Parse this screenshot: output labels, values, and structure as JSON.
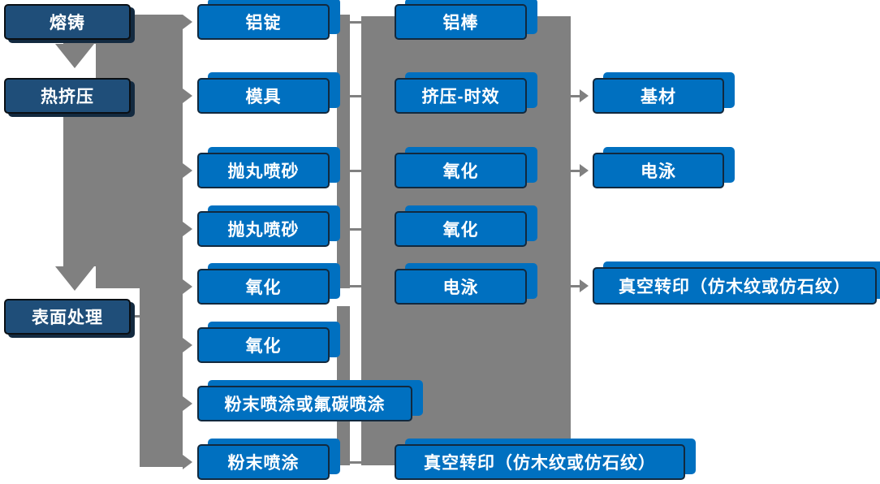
{
  "colors": {
    "stage_box": "#1F4E79",
    "process_box": "#0070C0",
    "connector": "#808080",
    "text": "#FFFFFF"
  },
  "nodes": {
    "melt_casting": "熔铸",
    "hot_extrusion": "热挤压",
    "surface_treatment": "表面处理",
    "aluminum_ingot": "铝锭",
    "die_mold": "模具",
    "shot_blasting_1": "抛丸喷砂",
    "shot_blasting_2": "抛丸喷砂",
    "oxidation_1": "氧化",
    "oxidation_2": "氧化",
    "powder_or_fluorocarbon_coating": "粉末喷涂或氟碳喷涂",
    "powder_coating": "粉末喷涂",
    "aluminum_rod": "铝棒",
    "extrusion_aging": "挤压-时效",
    "oxidation_3": "氧化",
    "oxidation_4": "氧化",
    "electrophoresis_1": "电泳",
    "vacuum_transfer_1": "真空转印（仿木纹或仿石纹）",
    "base_material": "基材",
    "electrophoresis_2": "电泳",
    "vacuum_transfer_2": "真空转印（仿木纹或仿石纹）"
  }
}
